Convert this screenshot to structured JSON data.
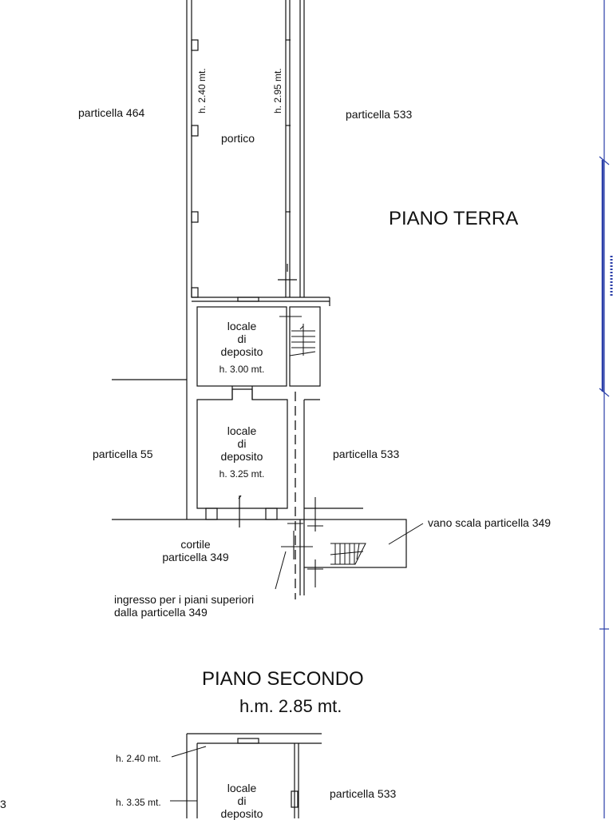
{
  "piano_terra": {
    "title": "PIANO TERRA",
    "parcels": {
      "p464": "particella 464",
      "p533_top": "particella 533",
      "p55": "particella 55",
      "p533_mid": "particella 533"
    },
    "heights": {
      "h240": "h. 2.40 mt.",
      "h295": "h. 2.95 mt."
    },
    "rooms": {
      "portico": "portico",
      "deposito1": {
        "l1": "locale",
        "l2": "di",
        "l3": "deposito",
        "h": "h. 3.00 mt."
      },
      "deposito2": {
        "l1": "locale",
        "l2": "di",
        "l3": "deposito",
        "h": "h. 3.25 mt."
      }
    },
    "cortile": {
      "l1": "cortile",
      "l2": "particella 349"
    },
    "ingresso": {
      "l1": "ingresso per i piani superiori",
      "l2": "dalla particella 349"
    },
    "vano_scala": "vano scala particella 349"
  },
  "piano_secondo": {
    "title": "PIANO SECONDO",
    "subtitle": "h.m. 2.85 mt.",
    "heights": {
      "h240": "h. 2.40 mt.",
      "h335": "h. 3.35 mt."
    },
    "room": {
      "l1": "locale",
      "l2": "di",
      "l3": "deposito"
    },
    "parcel": "particella 533"
  },
  "page_marker": "3"
}
